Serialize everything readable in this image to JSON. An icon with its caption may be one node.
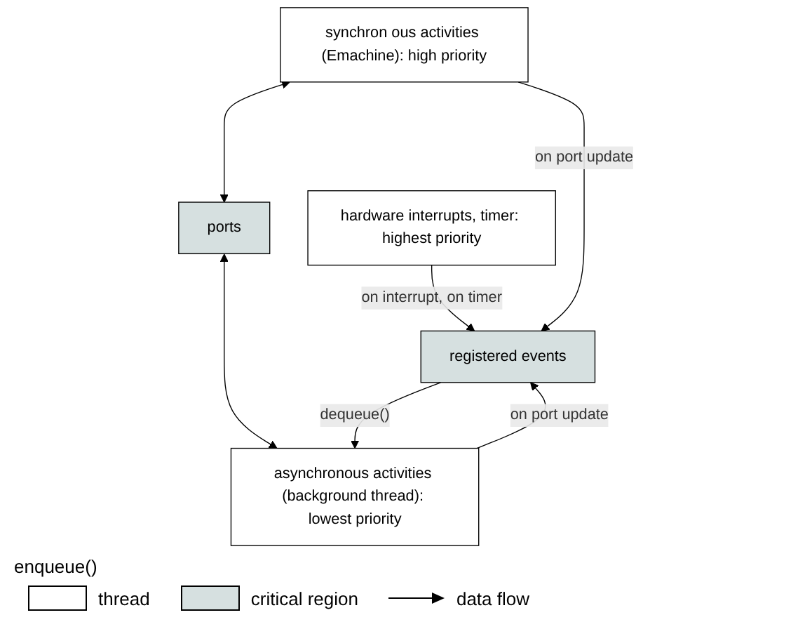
{
  "diagram": {
    "nodes": [
      {
        "text": [
          "hardware interrupts, timer: highest priority"
        ]
      },
      {
        "text": [
          "synchron ous activities (Emachine): high priority"
        ]
      },
      {
        "text": [
          "ports"
        ]
      },
      {
        "text": [
          "asynchronous activities (background thread): lowest priority"
        ]
      },
      {
        "text": [
          "registered events"
        ]
      }
    ],
    "edges": [
      {
        "from": 0,
        "to": 4,
        "arrow": "to",
        "label": "on interrupt, on timer"
      },
      {
        "from": 1,
        "to": 4,
        "arrow": "to",
        "label": "on port update"
      },
      {
        "from": 1,
        "to": 2,
        "arrow": "both"
      },
      {
        "from": 2,
        "to": 3,
        "arrow": "both"
      },
      {
        "from": 3,
        "to": 4,
        "arrow": "to",
        "label": "on port update"
      },
      {
        "from": 4,
        "to": 3,
        "arrow": "to",
        "label": "dequeue()"
      }
    ],
    "labels": [
      "enqueue()"
    ],
    "legend": [
      {
        "text": "thread",
        "color": "#ffffff"
      },
      {
        "text": "critical region",
        "color": "#d6e0e0"
      },
      {
        "text": "data flow"
      }
    ]
  }
}
